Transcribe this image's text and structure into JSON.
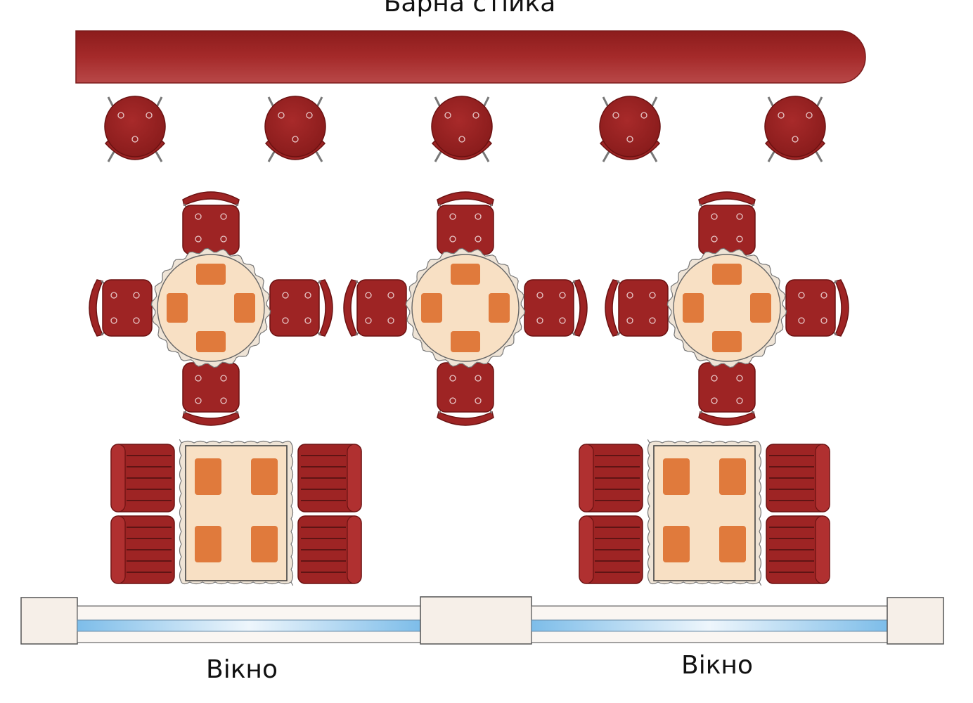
{
  "labels": {
    "bar_counter": "Барна стійка",
    "window_left": "Вікно",
    "window_right": "Вікно"
  },
  "colors": {
    "furniture": "#9e2424",
    "furniture_dark": "#6b1212",
    "table_cloth": "#f8e0c4",
    "plate": "#e07a3c",
    "glass": "#8ec6ee",
    "frame": "#f6efe8"
  }
}
